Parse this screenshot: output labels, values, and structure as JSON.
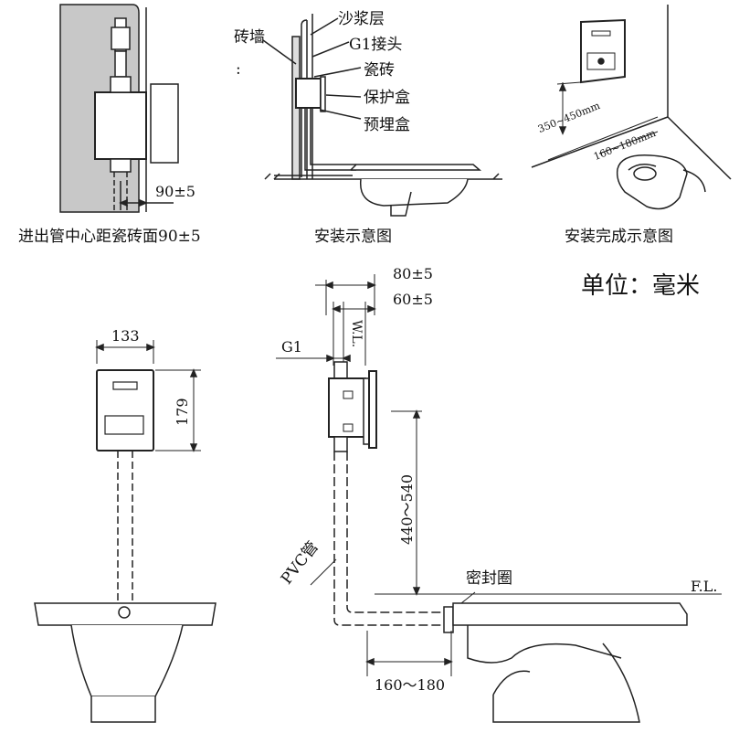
{
  "captions": {
    "pipe_center": "进出管中心距瓷砖面90±5",
    "install_diagram": "安装示意图",
    "install_complete": "安装完成示意图"
  },
  "unit": "单位：毫米",
  "callouts": {
    "brick_wall": "砖墙",
    "mortar": "沙浆层",
    "g1_joint": "G1接头",
    "tile": "瓷砖",
    "protect_box": "保护盒",
    "embed_box": "预埋盒",
    "seal": "密封圈",
    "pvc": "PVC管",
    "colon": ":"
  },
  "dimensions": {
    "d90": "90±5",
    "d133": "133",
    "d179": "179",
    "d80": "80±5",
    "d60": "60±5",
    "g1": "G1",
    "wl": "W.L.",
    "d440": "440～540",
    "d160": "160～180",
    "fl": "F.L.",
    "h350": "350~450mm",
    "d160s": "160~180mm"
  }
}
